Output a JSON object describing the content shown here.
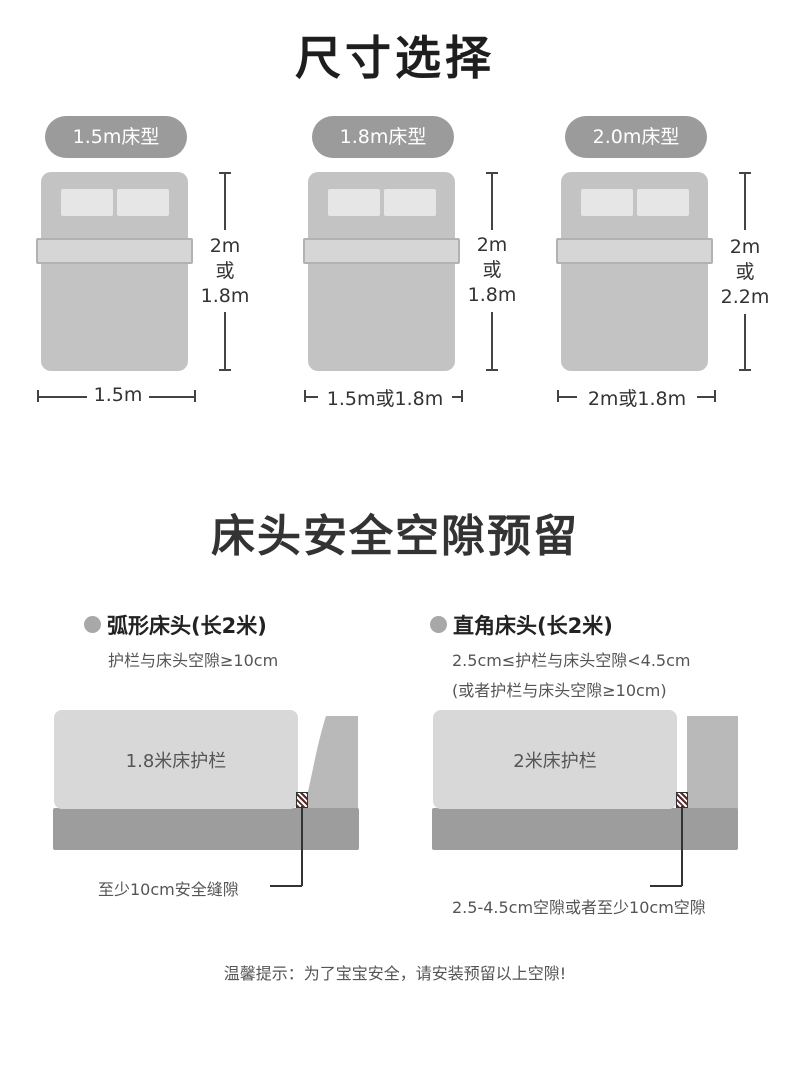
{
  "size_section": {
    "title": "尺寸选择",
    "beds": [
      {
        "type_label": "1.5m床型",
        "length_line1": "2m",
        "length_line2": "或",
        "length_line3": "1.8m",
        "width_label": "1.5m"
      },
      {
        "type_label": "1.8m床型",
        "length_line1": "2m",
        "length_line2": "或",
        "length_line3": "1.8m",
        "width_label": "1.5m或1.8m"
      },
      {
        "type_label": "2.0m床型",
        "length_line1": "2m",
        "length_line2": "或",
        "length_line3": "2.2m",
        "width_label": "2m或1.8m"
      }
    ]
  },
  "gap_section": {
    "title": "床头安全空隙预留",
    "left": {
      "heading": "弧形床头(长2米)",
      "desc": "护栏与床头空隙≥10cm",
      "rail_label": "1.8米床护栏",
      "annotation": "至少10cm安全缝隙"
    },
    "right": {
      "heading": "直角床头(长2米)",
      "desc_line1": "2.5cm≤护栏与床头空隙<4.5cm",
      "desc_line2": "(或者护栏与床头空隙≥10cm)",
      "rail_label": "2米床护栏",
      "annotation": "2.5-4.5cm空隙或者至少10cm空隙"
    }
  },
  "tip": "温馨提示：为了宝宝安全，请安装预留以上空隙!",
  "colors": {
    "bed": "#c3c3c3",
    "pill": "#9b9b9b",
    "rail": "#d8d8d8",
    "base": "#9d9d9d",
    "headboard": "#b9b9b9"
  }
}
